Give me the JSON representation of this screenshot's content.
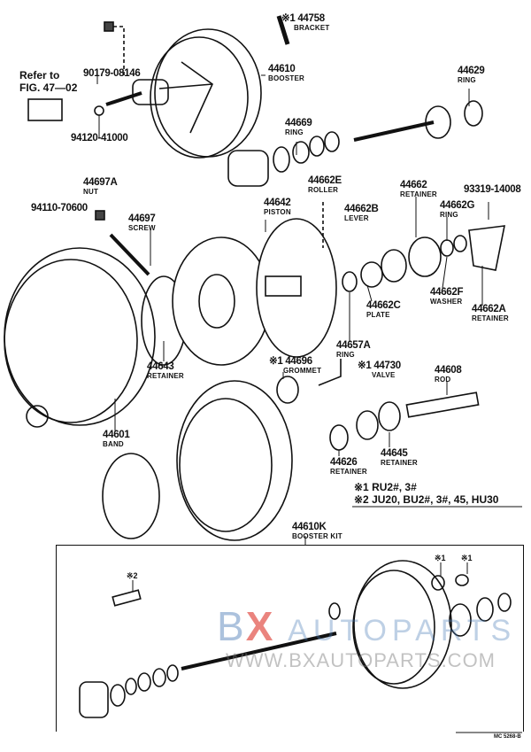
{
  "refer": {
    "line1": "Refer to",
    "line2": "FIG. 47—02"
  },
  "parts": [
    {
      "num": "※1 44758",
      "name": "BRACKET"
    },
    {
      "num": "90179-08146",
      "name": ""
    },
    {
      "num": "44610",
      "name": "BOOSTER"
    },
    {
      "num": "44629",
      "name": "RING"
    },
    {
      "num": "94120-41000",
      "name": ""
    },
    {
      "num": "44669",
      "name": "RING"
    },
    {
      "num": "44697A",
      "name": "NUT"
    },
    {
      "num": "94110-70600",
      "name": ""
    },
    {
      "num": "44662E",
      "name": "ROLLER"
    },
    {
      "num": "44642",
      "name": "PISTON"
    },
    {
      "num": "44662B",
      "name": "LEVER"
    },
    {
      "num": "44662",
      "name": "RETAINER"
    },
    {
      "num": "93319-14008",
      "name": ""
    },
    {
      "num": "44662G",
      "name": "RING"
    },
    {
      "num": "44697",
      "name": "SCREW"
    },
    {
      "num": "44662F",
      "name": "WASHER"
    },
    {
      "num": "44662C",
      "name": "PLATE"
    },
    {
      "num": "44662A",
      "name": "RETAINER"
    },
    {
      "num": "44643",
      "name": "RETAINER"
    },
    {
      "num": "44657A",
      "name": "RING"
    },
    {
      "num": "※1 44696",
      "name": "GROMMET"
    },
    {
      "num": "※1 44730",
      "name": "VALVE"
    },
    {
      "num": "44608",
      "name": "ROD"
    },
    {
      "num": "44601",
      "name": "BAND"
    },
    {
      "num": "44645",
      "name": "RETAINER"
    },
    {
      "num": "44626",
      "name": "RETAINER"
    },
    {
      "num": "44610K",
      "name": "BOOSTER KIT"
    }
  ],
  "notes": [
    "※1 RU2#, 3#",
    "※2 JU20, BU2#, 3#, 45, HU30"
  ],
  "kit_markers": [
    "※1",
    "※1",
    "※2"
  ],
  "diagram_code": "MC 5268-B",
  "watermark": {
    "brand_b": "B",
    "brand_x": "X",
    "brand_rest": "AUTOPARTS",
    "url": "WWW.BXAUTOPARTS.COM"
  },
  "colors": {
    "ink": "#111111",
    "watermark_blue": "#4678b4",
    "watermark_red": "#dc3228"
  }
}
